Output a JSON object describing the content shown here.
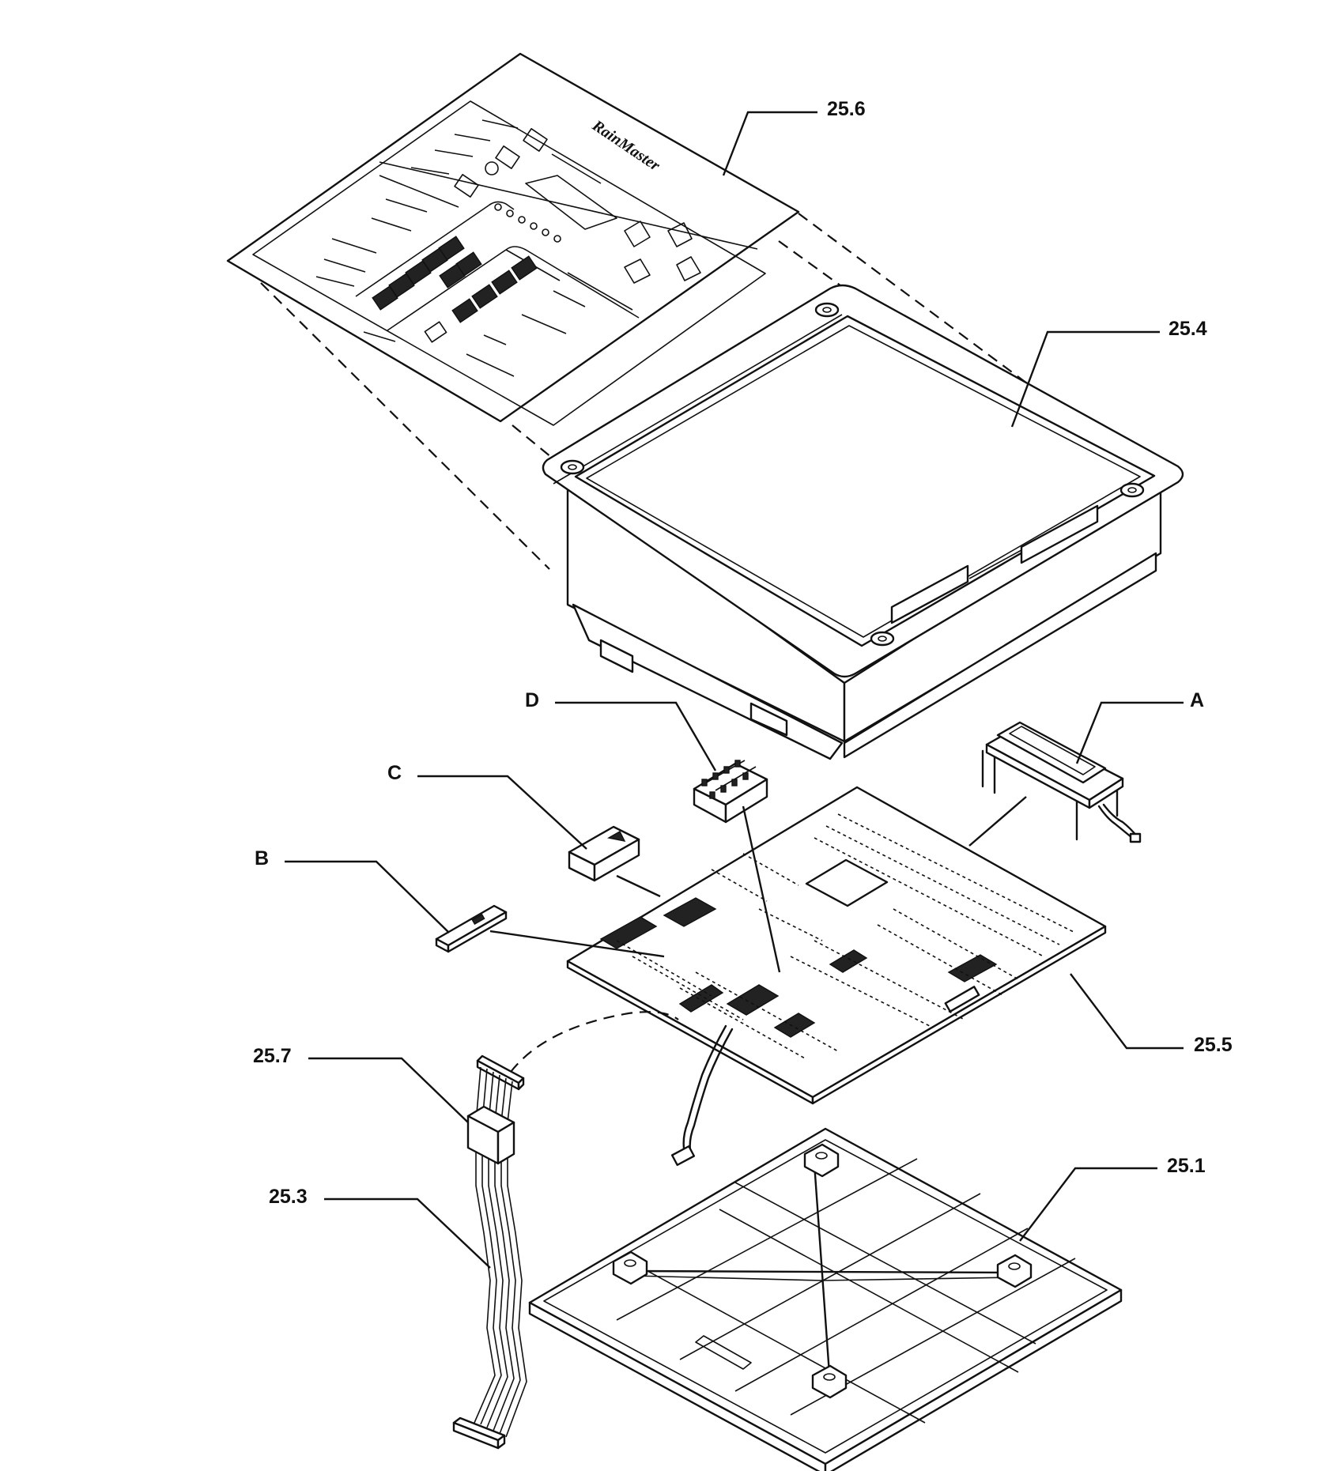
{
  "callouts": {
    "faceplate": "25.6",
    "top_housing": "25.4",
    "display_module": "A",
    "connector_d": "D",
    "component_c": "C",
    "component_b": "B",
    "circuit_board": "25.5",
    "ribbon_cable": "25.7",
    "cable_assembly": "25.3",
    "base_plate": "25.1"
  }
}
